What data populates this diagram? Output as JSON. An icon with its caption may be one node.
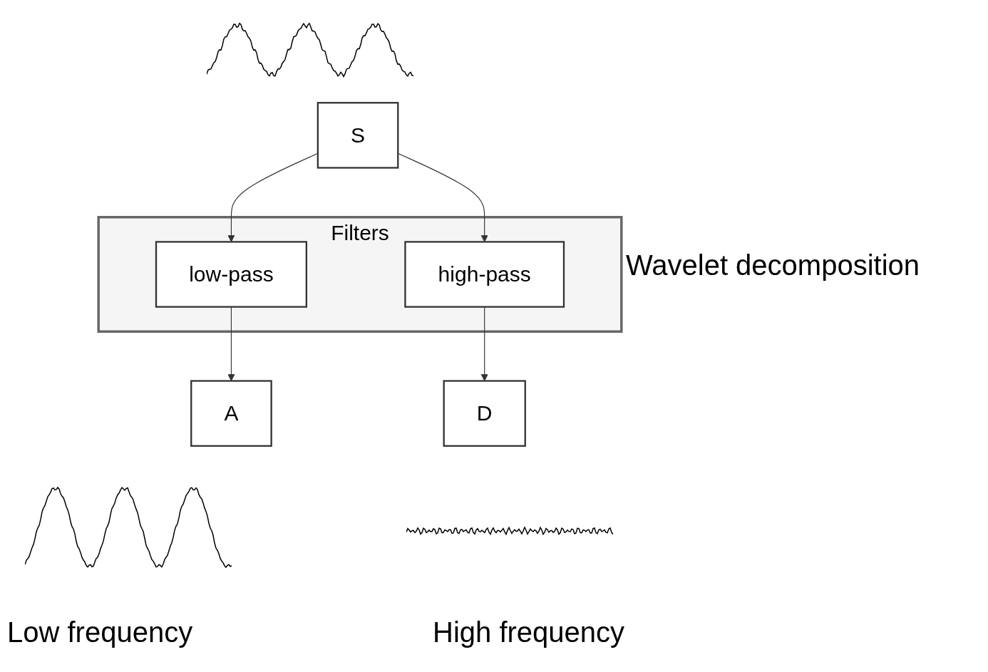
{
  "diagram": {
    "nodes": [
      {
        "text": [
          "S"
        ]
      },
      {
        "text": [
          "Filters"
        ]
      },
      {
        "text": [
          "low-pass"
        ],
        "in": 1
      },
      {
        "text": [
          "high-pass"
        ],
        "in": 1
      },
      {
        "text": [
          "A"
        ]
      },
      {
        "text": [
          "D"
        ]
      }
    ],
    "edges": [
      {
        "from": 0,
        "to": 2,
        "arrow": "to"
      },
      {
        "from": 0,
        "to": 3,
        "arrow": "to"
      },
      {
        "from": 2,
        "to": 4,
        "arrow": "to"
      },
      {
        "from": 3,
        "to": 5,
        "arrow": "to"
      }
    ],
    "labels": [
      "Wavelet decomposition",
      "Low frequency",
      "High frequency"
    ]
  }
}
